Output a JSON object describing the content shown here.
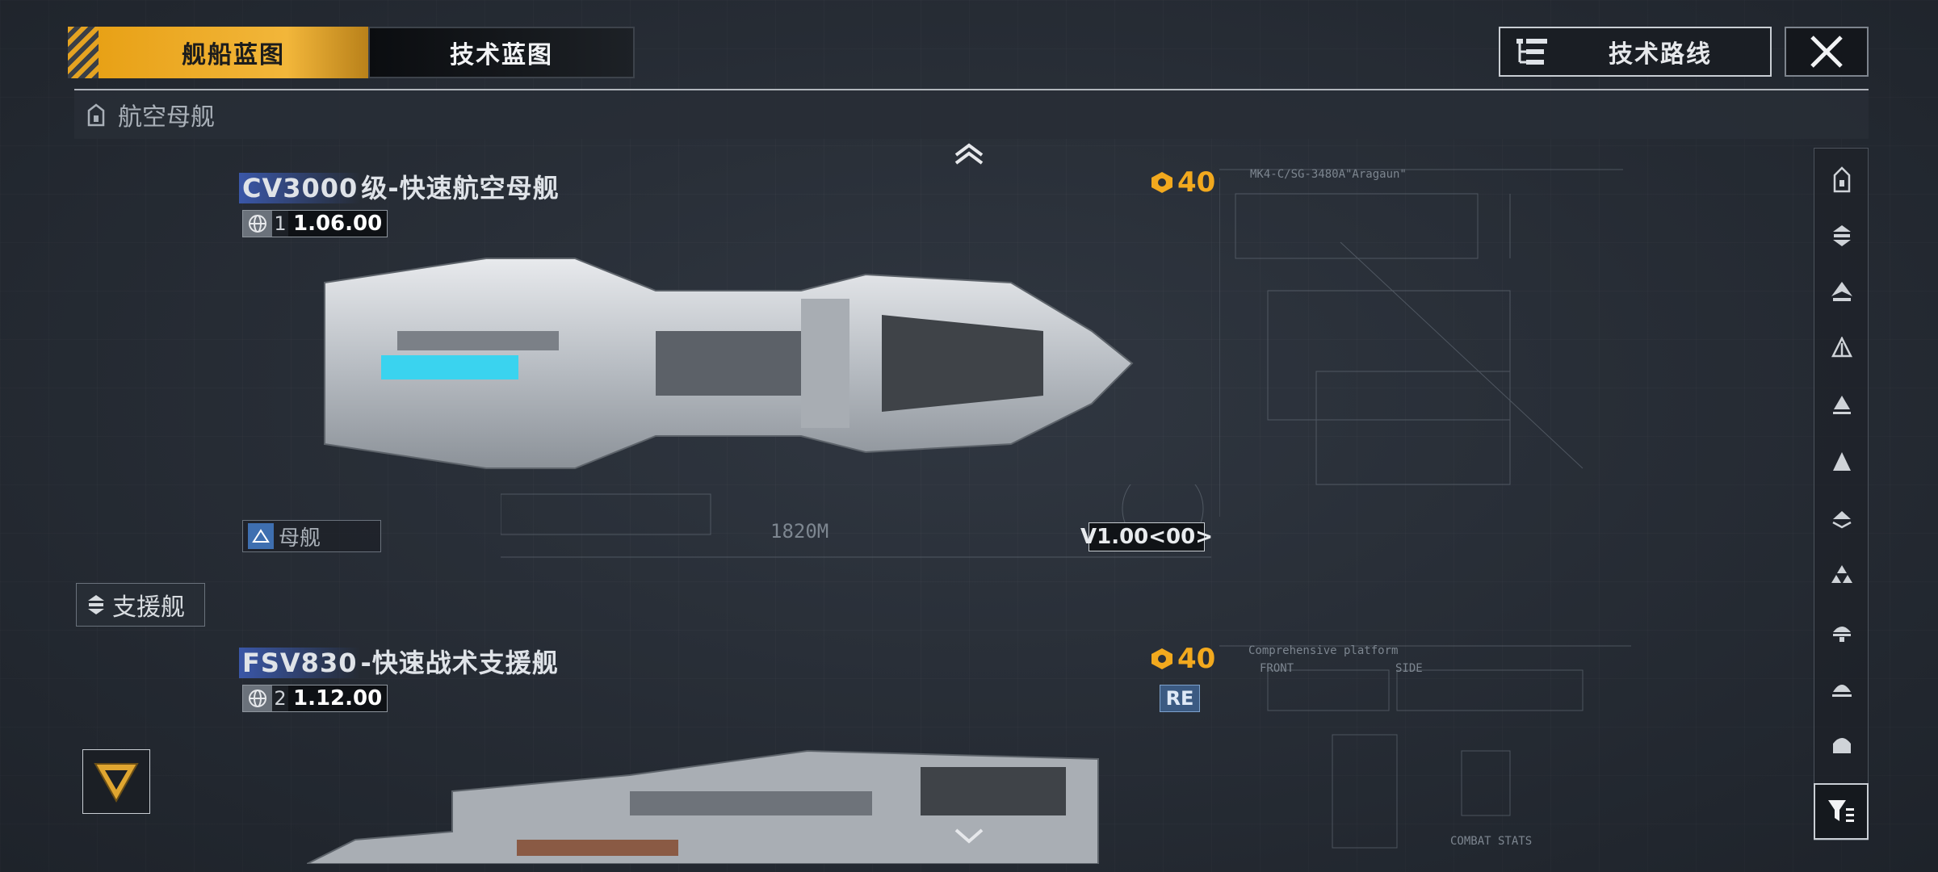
{
  "tabs": {
    "ship_blueprint": "舰船蓝图",
    "tech_blueprint": "技术蓝图"
  },
  "tech_route_label": "技术路线",
  "category_header": "航空母舰",
  "ships": [
    {
      "name_code": "CV3000",
      "name_rest": "级-快速航空母舰",
      "tier": "1",
      "version": "1.06.00",
      "cost": "40",
      "type_label": "母舰",
      "version_tag": "V1.00<00>",
      "length_label": "1820M",
      "blueprint_title": "MK4-C/SG-3480A\"Aragaun\""
    },
    {
      "name_code": "FSV830",
      "name_rest": "-快速战术支援舰",
      "tier": "2",
      "version": "1.12.00",
      "cost": "40",
      "re_tag": "RE",
      "blueprint_title": "Comprehensive platform",
      "blueprint_labels": [
        "FRONT",
        "SIDE",
        "COMBAT STATS"
      ]
    }
  ],
  "support_header": "支援舰",
  "colors": {
    "accent_orange": "#f2a91e",
    "background": "#2a3039",
    "highlight_blue": "#3a57a8"
  },
  "icons": {
    "side_rail": [
      "carrier-icon",
      "support-icon",
      "cruiser-icon",
      "destroyer-icon",
      "frigate-icon",
      "corvette-icon",
      "platform-icon",
      "cluster-icon",
      "station-icon",
      "dome-icon",
      "shield-icon"
    ],
    "filter": "filter-icon"
  }
}
